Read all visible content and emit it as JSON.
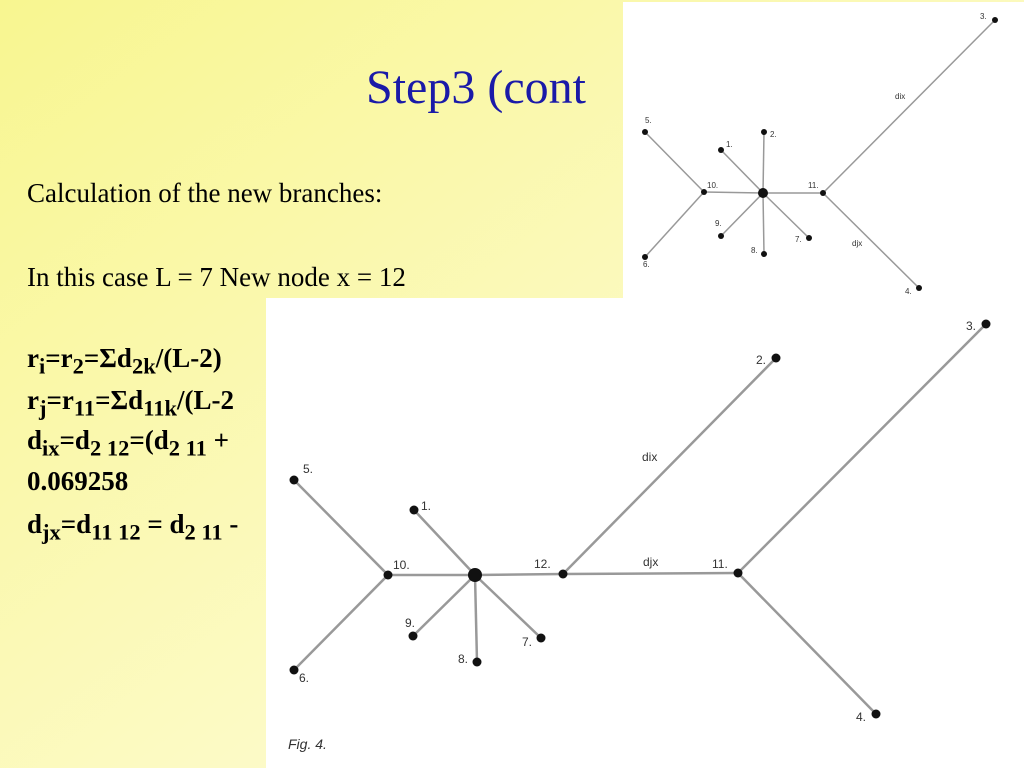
{
  "slide": {
    "title": "Step3 (cont",
    "calc_label": "Calculation of the new branches:",
    "case_line": "In this case L = 7 New node x = 12",
    "formula_ri": {
      "a": "r",
      "a_sub": "i",
      "b": "=r",
      "b_sub": "2",
      "c": "=Σd",
      "c_sub": "2k",
      "d": "/(L-2)"
    },
    "formula_rj": {
      "a": "r",
      "a_sub": "j",
      "b": "=r",
      "b_sub": "11",
      "c": "=Σd",
      "c_sub": "11k",
      "d": "/(L-2"
    },
    "formula_dix": {
      "a": "d",
      "a_sub": "ix",
      "b": "=d",
      "b_sub": "2 12",
      "c": "=(d",
      "c_sub": "2 11",
      "d": " +"
    },
    "value_dix": "0.069258",
    "formula_djx": {
      "a": "d",
      "a_sub": "jx",
      "b": "=d",
      "b_sub": "11 12",
      "c": " = d",
      "c_sub": "2 11",
      "d": " -"
    }
  },
  "figure_top": {
    "nodes": [
      {
        "label": "1.",
        "pos": "left"
      },
      {
        "label": "2.",
        "pos": "right"
      },
      {
        "label": "3.",
        "pos": "left"
      },
      {
        "label": "4.",
        "pos": "left"
      },
      {
        "label": "5.",
        "pos": "right"
      },
      {
        "label": "6.",
        "pos": "right"
      },
      {
        "label": "7.",
        "pos": "left"
      },
      {
        "label": "8.",
        "pos": "left"
      },
      {
        "label": "9.",
        "pos": "left"
      },
      {
        "label": "10.",
        "pos": "right"
      },
      {
        "label": "11.",
        "pos": "left"
      }
    ],
    "edge_labels": [
      "dix",
      "djx"
    ]
  },
  "figure_bottom": {
    "nodes": [
      {
        "label": "1.",
        "pos": "right"
      },
      {
        "label": "2.",
        "pos": "left"
      },
      {
        "label": "3.",
        "pos": "left"
      },
      {
        "label": "4.",
        "pos": "left"
      },
      {
        "label": "5.",
        "pos": "right"
      },
      {
        "label": "6.",
        "pos": "right"
      },
      {
        "label": "7.",
        "pos": "left"
      },
      {
        "label": "8.",
        "pos": "left"
      },
      {
        "label": "9.",
        "pos": "left"
      },
      {
        "label": "10.",
        "pos": "right"
      },
      {
        "label": "11.",
        "pos": "left"
      },
      {
        "label": "12.",
        "pos": "left"
      }
    ],
    "edge_labels": [
      "dix",
      "djx"
    ],
    "caption": "Fig. 4."
  }
}
